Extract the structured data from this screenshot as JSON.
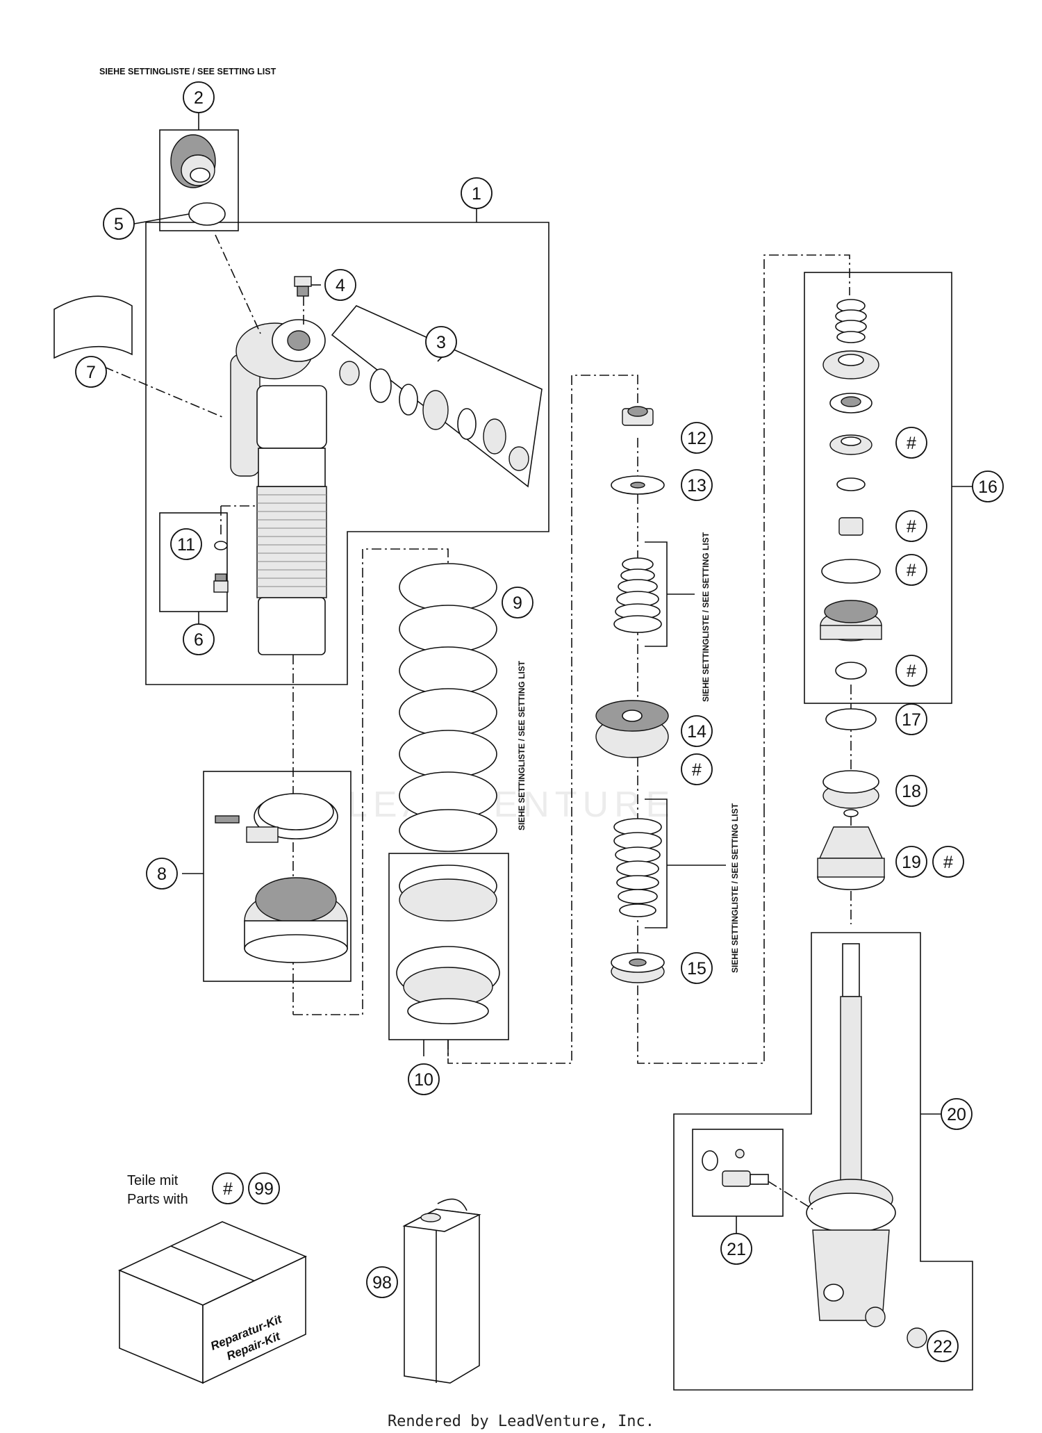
{
  "header_note": "SIEHE SETTINGLISTE / SEE SETTING LIST",
  "setting_note": "SIEHE SETTINGLISTE / SEE SETTING LIST",
  "callouts": {
    "c1": "1",
    "c2": "2",
    "c3": "3",
    "c4": "4",
    "c5": "5",
    "c6": "6",
    "c7": "7",
    "c8": "8",
    "c9": "9",
    "c10": "10",
    "c11": "11",
    "c12": "12",
    "c13": "13",
    "c14": "14",
    "c15": "15",
    "c16": "16",
    "c17": "17",
    "c18": "18",
    "c19": "19",
    "c20": "20",
    "c21": "21",
    "c22": "22",
    "c98": "98",
    "c99": "99"
  },
  "hash": "#",
  "parts_note": {
    "line1": "Teile mit",
    "line2": "Parts with"
  },
  "kit_label": {
    "line1": "Reparatur-Kit",
    "line2": "Repair-Kit"
  },
  "watermark": "LEADVENTURE",
  "footer": "Rendered by LeadVenture, Inc."
}
